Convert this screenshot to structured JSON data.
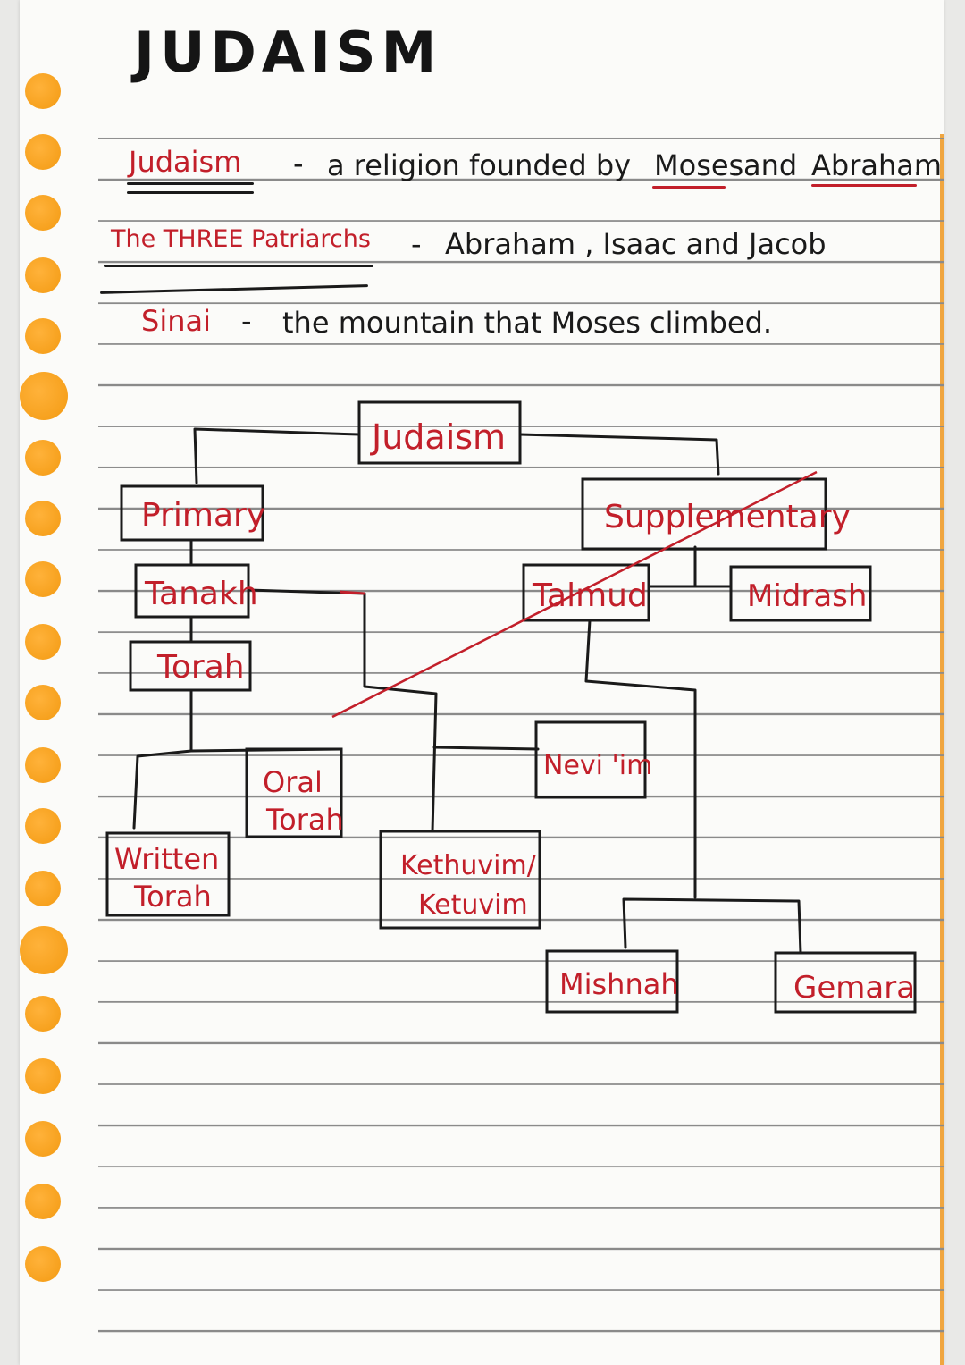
{
  "title": "JUDAISM",
  "definitions": [
    {
      "term": "Judaism",
      "dash": "-",
      "text_1": "a religion founded by ",
      "name_1": "Moses",
      "text_2": " and ",
      "name_2": "Abraham",
      "end": "."
    },
    {
      "term": "The THREE Patriarchs",
      "dash": "-",
      "text": "Abraham , Isaac and Jacob"
    },
    {
      "term": "Sinai",
      "dash": "-",
      "text": "the mountain that Moses climbed."
    }
  ],
  "diagram": {
    "root": "Judaism",
    "primary": "Primary",
    "supplementary": "Supplementary",
    "tanakh": "Tanakh",
    "torah": "Torah",
    "oral_torah_1": "Oral",
    "oral_torah_2": "Torah",
    "written_torah_1": "Written",
    "written_torah_2": "Torah",
    "neviim": "Nevi 'im",
    "kethuvim_1": "Kethuvim/",
    "kethuvim_2": "Ketuvim",
    "talmud": "Talmud",
    "midrash": "Midrash",
    "mishnah": "Mishnah",
    "gemara": "Gemara"
  },
  "colors": {
    "ink_red": "#c21f2a",
    "ink_black": "#1a1a1a",
    "hole_orange": "#f7a21b"
  }
}
